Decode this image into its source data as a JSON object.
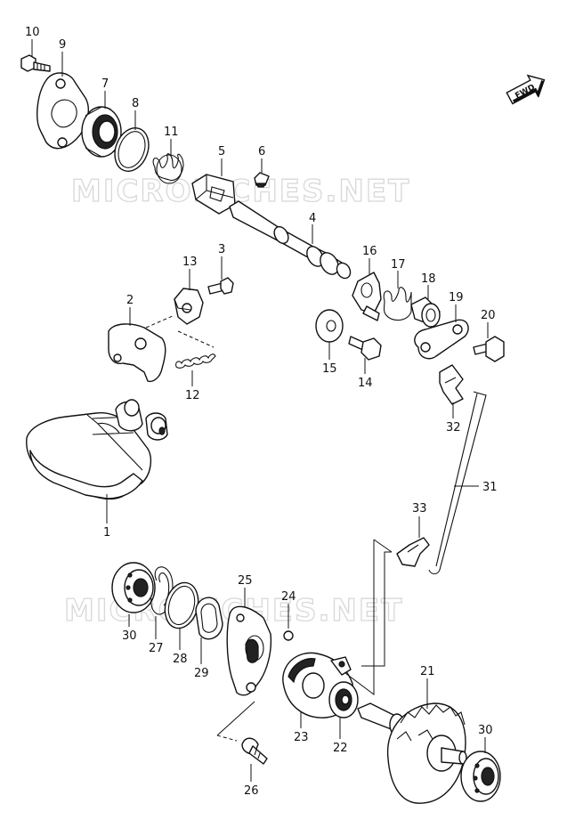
{
  "watermark": {
    "top": "MICROFICHES.NET",
    "bottom": "MICROFICHES.NET"
  },
  "fwd_label": "FWD",
  "colors": {
    "ink": "#111111",
    "watermark": "#d8d8d8",
    "background": "#ffffff"
  },
  "callouts": {
    "p1": "1",
    "p2": "2",
    "p3": "3",
    "p4": "4",
    "p5": "5",
    "p6": "6",
    "p7": "7",
    "p8": "8",
    "p9": "9",
    "p10": "10",
    "p11": "11",
    "p12": "12",
    "p13": "13",
    "p14": "14",
    "p15": "15",
    "p16": "16",
    "p17": "17",
    "p18": "18",
    "p19": "19",
    "p20": "20",
    "p21": "21",
    "p22": "22",
    "p23": "23",
    "p24": "24",
    "p25": "25",
    "p26": "26",
    "p27": "27",
    "p28": "28",
    "p29": "29",
    "p30a": "30",
    "p30b": "30",
    "p31": "31",
    "p32": "32",
    "p33": "33"
  }
}
